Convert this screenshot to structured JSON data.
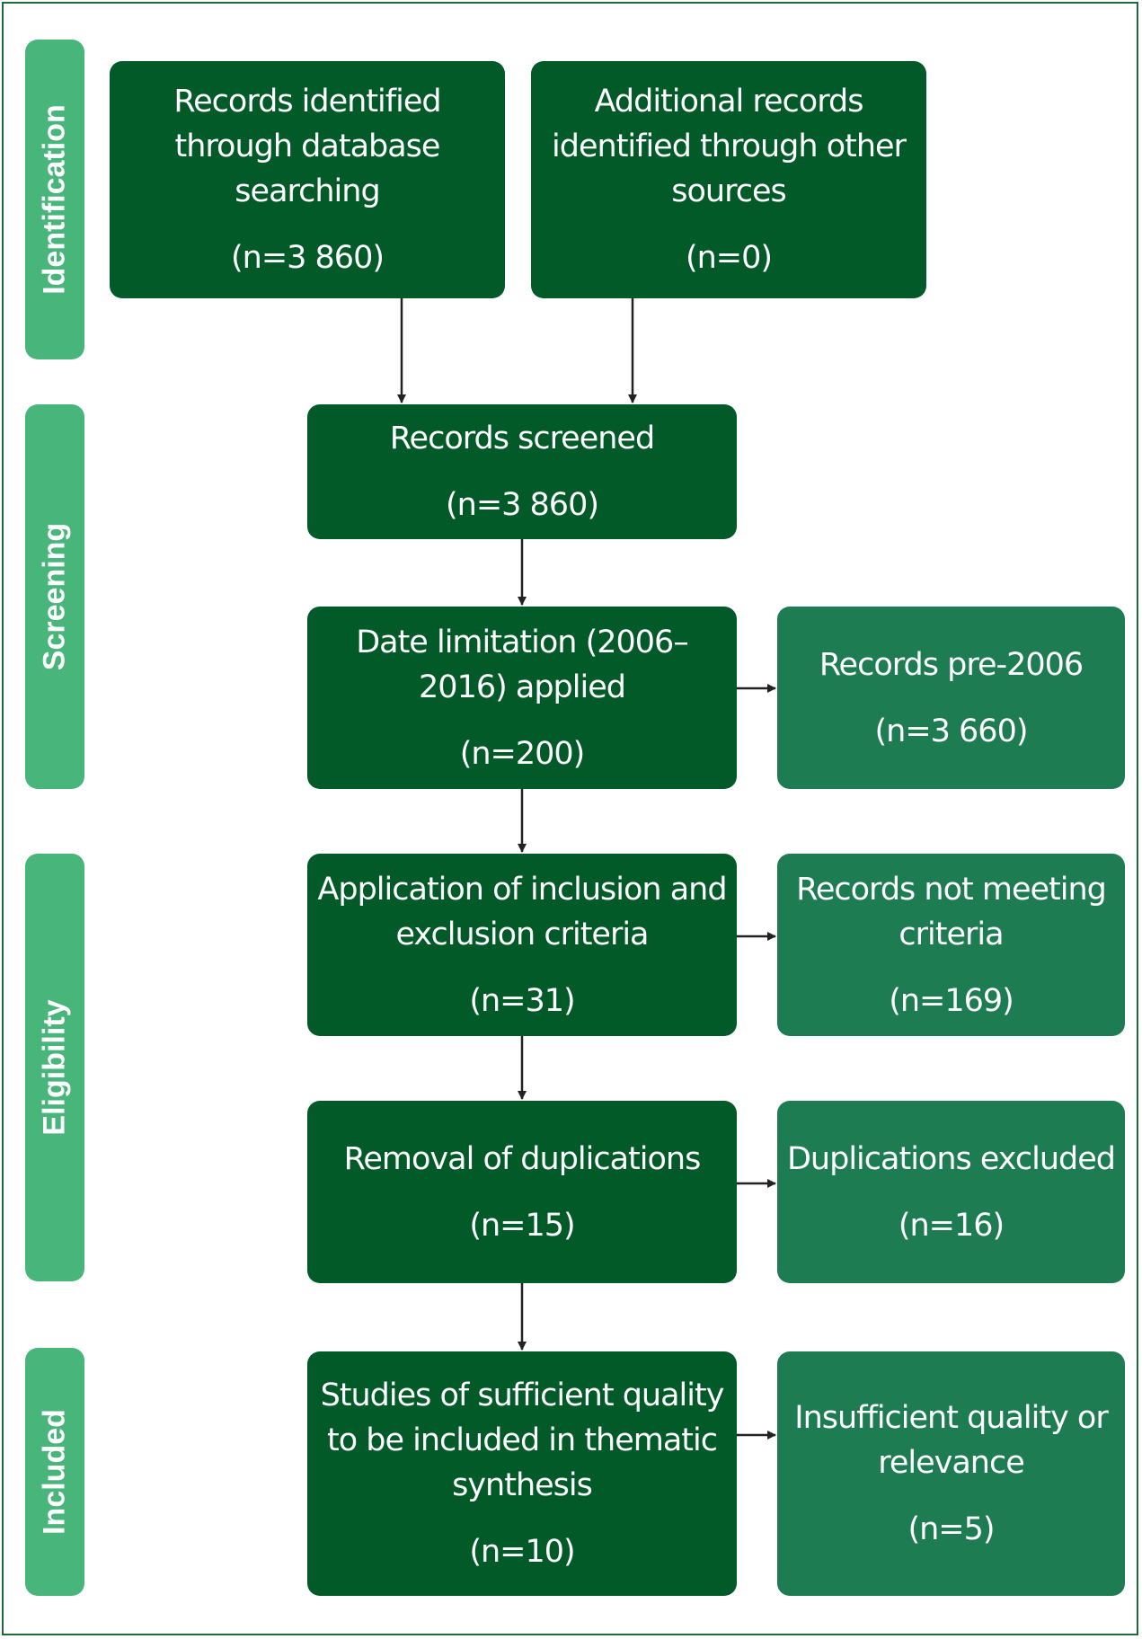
{
  "stages": [
    {
      "id": "identification",
      "label": "Identification"
    },
    {
      "id": "screening",
      "label": "Screening"
    },
    {
      "id": "eligibility",
      "label": "Eligibility"
    },
    {
      "id": "included",
      "label": "Included"
    }
  ],
  "boxes": {
    "database": {
      "text": "Records identified through database searching",
      "count": "(n=3 860)"
    },
    "other_sources": {
      "text": "Additional records identified through other sources",
      "count": "(n=0)"
    },
    "screened": {
      "text": "Records screened",
      "count": "(n=3 860)"
    },
    "date_limit": {
      "text": "Date limitation (2006–2016) applied",
      "count": "(n=200)"
    },
    "pre2006": {
      "text": "Records pre-2006",
      "count": "(n=3 660)"
    },
    "criteria": {
      "text": "Application of inclusion and exclusion criteria",
      "count": "(n=31)"
    },
    "not_meeting": {
      "text": "Records not meeting criteria",
      "count": "(n=169)"
    },
    "dedup": {
      "text": "Removal of duplications",
      "count": "(n=15)"
    },
    "dup_excluded": {
      "text": "Duplications excluded",
      "count": "(n=16)"
    },
    "included": {
      "text": "Studies of sufficient quality to be included in thematic synthesis",
      "count": "(n=10)"
    },
    "insufficient": {
      "text": "Insufficient quality or relevance",
      "count": "(n=5)"
    }
  },
  "colors": {
    "main_box": "#015a28",
    "side_box": "#1e7c53",
    "stage_bar": "#48b57a",
    "frame": "#1d6a3c",
    "arrow": "#222222"
  }
}
